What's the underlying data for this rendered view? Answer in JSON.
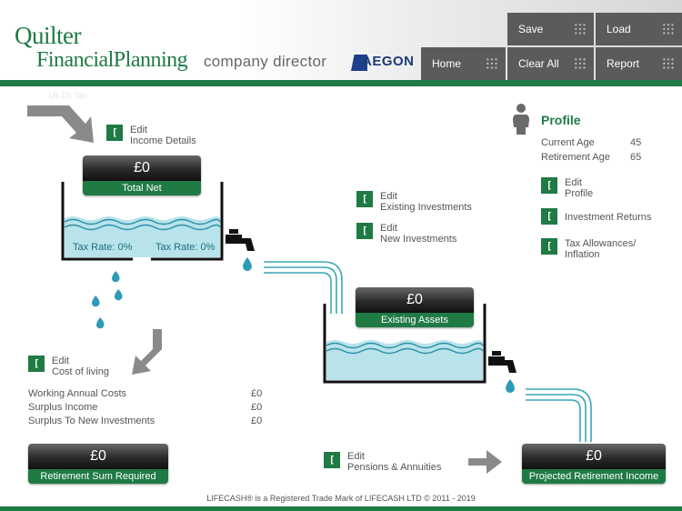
{
  "header": {
    "logo_line1": "Quilter",
    "logo_line2": "FinancialPlanning",
    "role": "company director",
    "partner_logo": "AEGON",
    "ghost_text": "Uk Db Tax"
  },
  "nav": {
    "save": "Save",
    "load": "Load",
    "home": "Home",
    "clear_all": "Clear All",
    "report": "Report"
  },
  "income": {
    "edit_line1": "Edit",
    "edit_line2": "Income Details",
    "total_net_value": "£0",
    "total_net_label": "Total Net",
    "tax_rate_left": "Tax Rate: 0%",
    "tax_rate_right": "Tax Rate: 0%"
  },
  "investments": {
    "existing_line1": "Edit",
    "existing_line2": "Existing Investments",
    "new_line1": "Edit",
    "new_line2": "New Investments",
    "existing_assets_value": "£0",
    "existing_assets_label": "Existing Assets"
  },
  "profile": {
    "title": "Profile",
    "current_age_label": "Current Age",
    "current_age_value": "45",
    "retirement_age_label": "Retirement Age",
    "retirement_age_value": "65",
    "edit_profile_line1": "Edit",
    "edit_profile_line2": "Profile",
    "investment_returns": "Investment Returns",
    "tax_allowances_line1": "Tax Allowances/",
    "tax_allowances_line2": "Inflation"
  },
  "costs": {
    "edit_line1": "Edit",
    "edit_line2": "Cost of living",
    "rows": [
      {
        "label": "Working Annual Costs",
        "value": "£0"
      },
      {
        "label": "Surplus Income",
        "value": "£0"
      },
      {
        "label": "Surplus To New Investments",
        "value": "£0"
      }
    ],
    "retirement_sum_value": "£0",
    "retirement_sum_label": "Retirement Sum Required"
  },
  "pensions": {
    "edit_line1": "Edit",
    "edit_line2": "Pensions & Annuities",
    "projected_value": "£0",
    "projected_label": "Projected Retirement Income"
  },
  "edit_glyph": "[ ]",
  "footer": "LIFECASH® is a Registered Trade Mark of LIFECASH LTD © 2011 - 2019",
  "colors": {
    "brand_green": "#1f7a44",
    "water": "#b8e3ea",
    "pipe": "#3aa6b9",
    "nav_grey": "#5b5b5b"
  }
}
